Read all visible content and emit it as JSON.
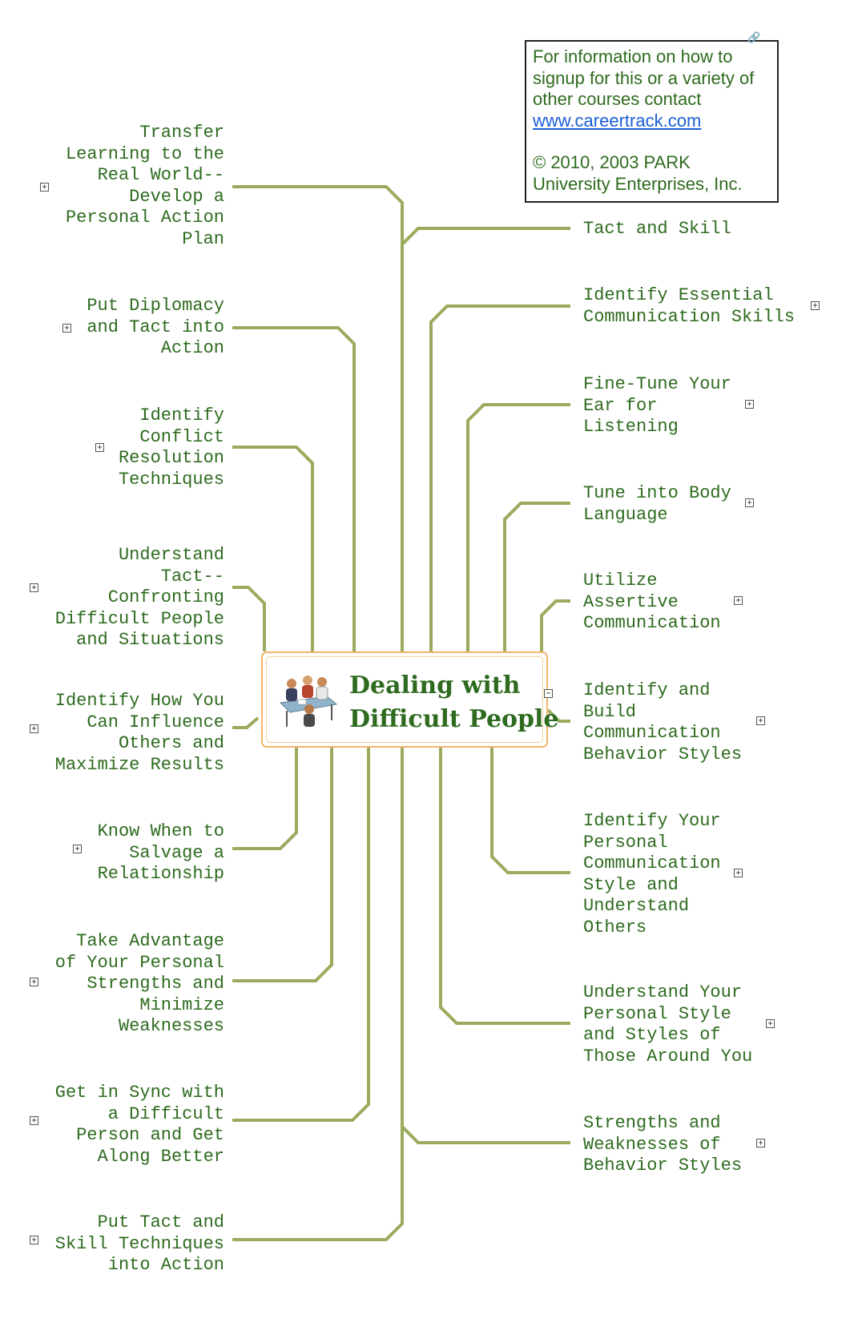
{
  "central_topic": {
    "title_lines": [
      "Dealing with",
      "Difficult People"
    ],
    "icon": "meeting-people-icon"
  },
  "info_box": {
    "lines": [
      "For information on how to",
      "signup for this or a variety of",
      "other courses contact"
    ],
    "link": "www.careertrack.com",
    "copyright_lines": [
      "© 2010, 2003 PARK",
      "University Enterprises, Inc."
    ],
    "icon": "paperclip-icon"
  },
  "left_topics": [
    {
      "text": "Transfer\nLearning to the\nReal World--\nDevelop a\nPersonal Action\nPlan",
      "expander": "+"
    },
    {
      "text": "Put Diplomacy\nand Tact into\nAction",
      "expander": "+"
    },
    {
      "text": "Identify\nConflict\nResolution\nTechniques",
      "expander": "+"
    },
    {
      "text": "Understand\nTact--\nConfronting\nDifficult People\nand Situations",
      "expander": "+"
    },
    {
      "text": "Identify How You\nCan Influence\nOthers and\nMaximize Results",
      "expander": "+"
    },
    {
      "text": "Know When to\nSalvage a\nRelationship",
      "expander": "+"
    },
    {
      "text": "Take Advantage\nof Your Personal\nStrengths and\nMinimize\nWeaknesses",
      "expander": "+"
    },
    {
      "text": "Get in Sync with\na Difficult\nPerson and Get\nAlong Better",
      "expander": "+"
    },
    {
      "text": "Put Tact and\nSkill Techniques\ninto Action",
      "expander": "+"
    }
  ],
  "right_topics": [
    {
      "text": "Tact and Skill",
      "expander": ""
    },
    {
      "text": "Identify Essential\nCommunication Skills",
      "expander": "+"
    },
    {
      "text": "Fine-Tune Your\nEar for\nListening",
      "expander": "+"
    },
    {
      "text": "Tune into Body\nLanguage",
      "expander": "+"
    },
    {
      "text": "Utilize\nAssertive\nCommunication",
      "expander": "+"
    },
    {
      "text": "Identify and\nBuild\nCommunication\nBehavior Styles",
      "expander": "+"
    },
    {
      "text": "Identify Your\nPersonal\nCommunication\nStyle and\nUnderstand\nOthers",
      "expander": "+"
    },
    {
      "text": "Understand Your\nPersonal Style\nand Styles of\nThose Around You",
      "expander": "+"
    },
    {
      "text": "Strengths and\nWeaknesses of\nBehavior Styles",
      "expander": "+"
    }
  ],
  "central_collapse": "−",
  "colors": {
    "connector": "#9aab5e",
    "topic_text": "#2e6b1f",
    "central_border": "#f2b56b",
    "link": "#1a5fd8"
  }
}
